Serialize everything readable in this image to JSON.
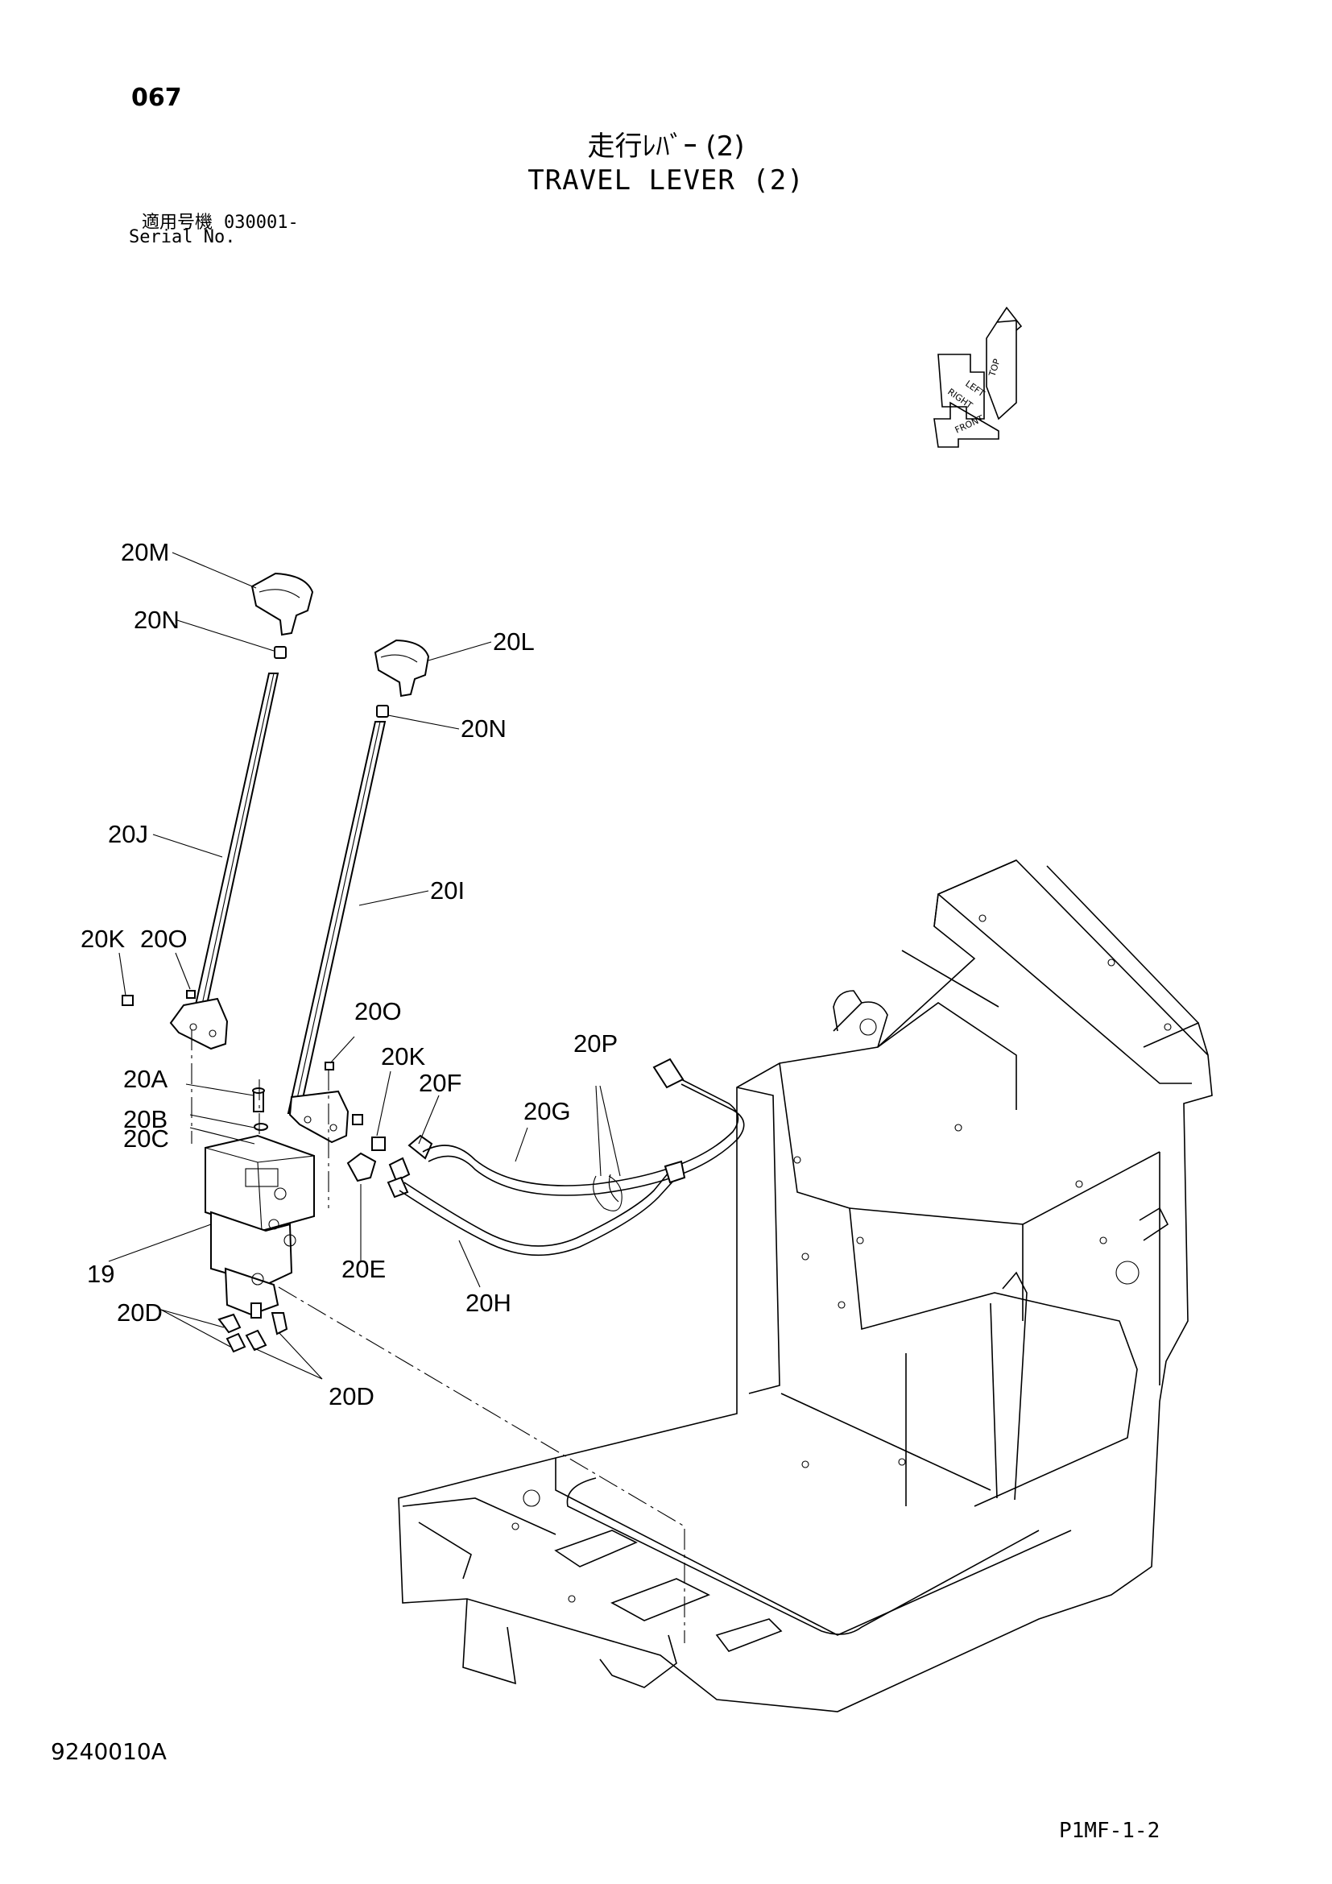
{
  "header": {
    "page_number": "067",
    "title_jp": "走行ﾚﾊﾞｰ (2)",
    "title_en": "TRAVEL LEVER (2)",
    "serial_label_jp": "適用号機",
    "serial_range": "030001-",
    "serial_label_en": "Serial No."
  },
  "orientation_indicator": {
    "labels": [
      "TOP",
      "LEFT",
      "RIGHT",
      "FRONT"
    ]
  },
  "callouts": {
    "c20M": "20M",
    "c20N_top": "20N",
    "c20L": "20L",
    "c20N_right": "20N",
    "c20J": "20J",
    "c20I": "20I",
    "c20K_left": "20K",
    "c20O_left": "20O",
    "c20O_mid": "20O",
    "c20K_mid": "20K",
    "c20F": "20F",
    "c20P": "20P",
    "c20G": "20G",
    "c20A": "20A",
    "c20B": "20B",
    "c20C": "20C",
    "c19": "19",
    "c20E": "20E",
    "c20H": "20H",
    "c20D_left": "20D",
    "c20D_bottom": "20D"
  },
  "footer": {
    "drawing_code": "9240010A",
    "sheet_ref": "P1MF-1-2"
  }
}
